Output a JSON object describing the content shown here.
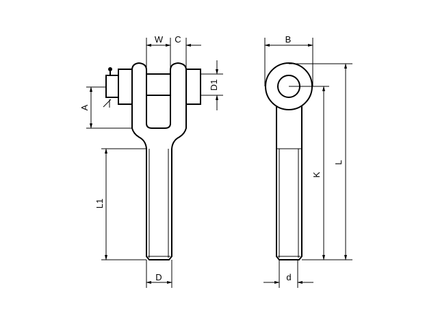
{
  "drawing": {
    "front_view": {
      "dimension_labels": {
        "w": "W",
        "c": "C",
        "d1": "D1",
        "a": "A",
        "l1": "L1",
        "d": "D"
      }
    },
    "side_view": {
      "dimension_labels": {
        "b": "B",
        "k": "K",
        "l": "L",
        "d": "d"
      }
    },
    "colors": {
      "line": "#000000",
      "background": "#ffffff"
    }
  }
}
